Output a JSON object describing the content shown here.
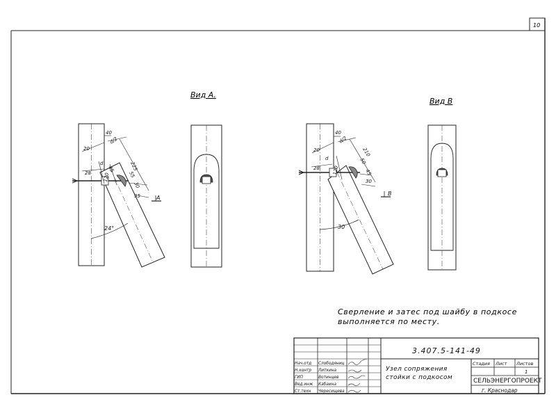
{
  "sheet": {
    "page_number": "10",
    "view_a_title": "Вид А.",
    "view_b_title": "Вид В",
    "marker_a": "А",
    "marker_b": "В"
  },
  "dims_a": {
    "d40": "40",
    "d20": "20",
    "dd2": "d/2",
    "d225": "225",
    "d45": "45",
    "d55": "55",
    "d30": "30",
    "d95": "95",
    "dd": "d",
    "d28": "28",
    "d120": "120",
    "angle": "24°"
  },
  "dims_b": {
    "d40": "40",
    "d20": "20",
    "dd2": "d/2",
    "d210": "210",
    "d30": "30",
    "d50": "50",
    "d45": "45",
    "d120": "120",
    "dd": "d",
    "d28": "28",
    "angle": "30"
  },
  "note": {
    "line1": "Сверление и затес под шайбу в подкосе",
    "line2": "выполняется  по  месту."
  },
  "title_block": {
    "doc_code": "3.407.5-141-49",
    "title_line1": "Узел сопряжения",
    "title_line2": "стойки с подкосом",
    "col_stage": "Стадия",
    "col_sheet": "Лист",
    "col_sheets": "Листов",
    "sheets_total": "1",
    "org": "СЕЛЬЭНЕРГОПРОЕКТ",
    "city": "г. Краснодар",
    "roles": [
      {
        "role": "Нач.отд",
        "name": "Слободяниц"
      },
      {
        "role": "Н.контр",
        "name": "Литкина"
      },
      {
        "role": "ГИП",
        "name": "Вотинцев"
      },
      {
        "role": "Вед.инж",
        "name": "Кабаина"
      },
      {
        "role": "Ст.техн",
        "name": "Чересищева"
      }
    ]
  }
}
